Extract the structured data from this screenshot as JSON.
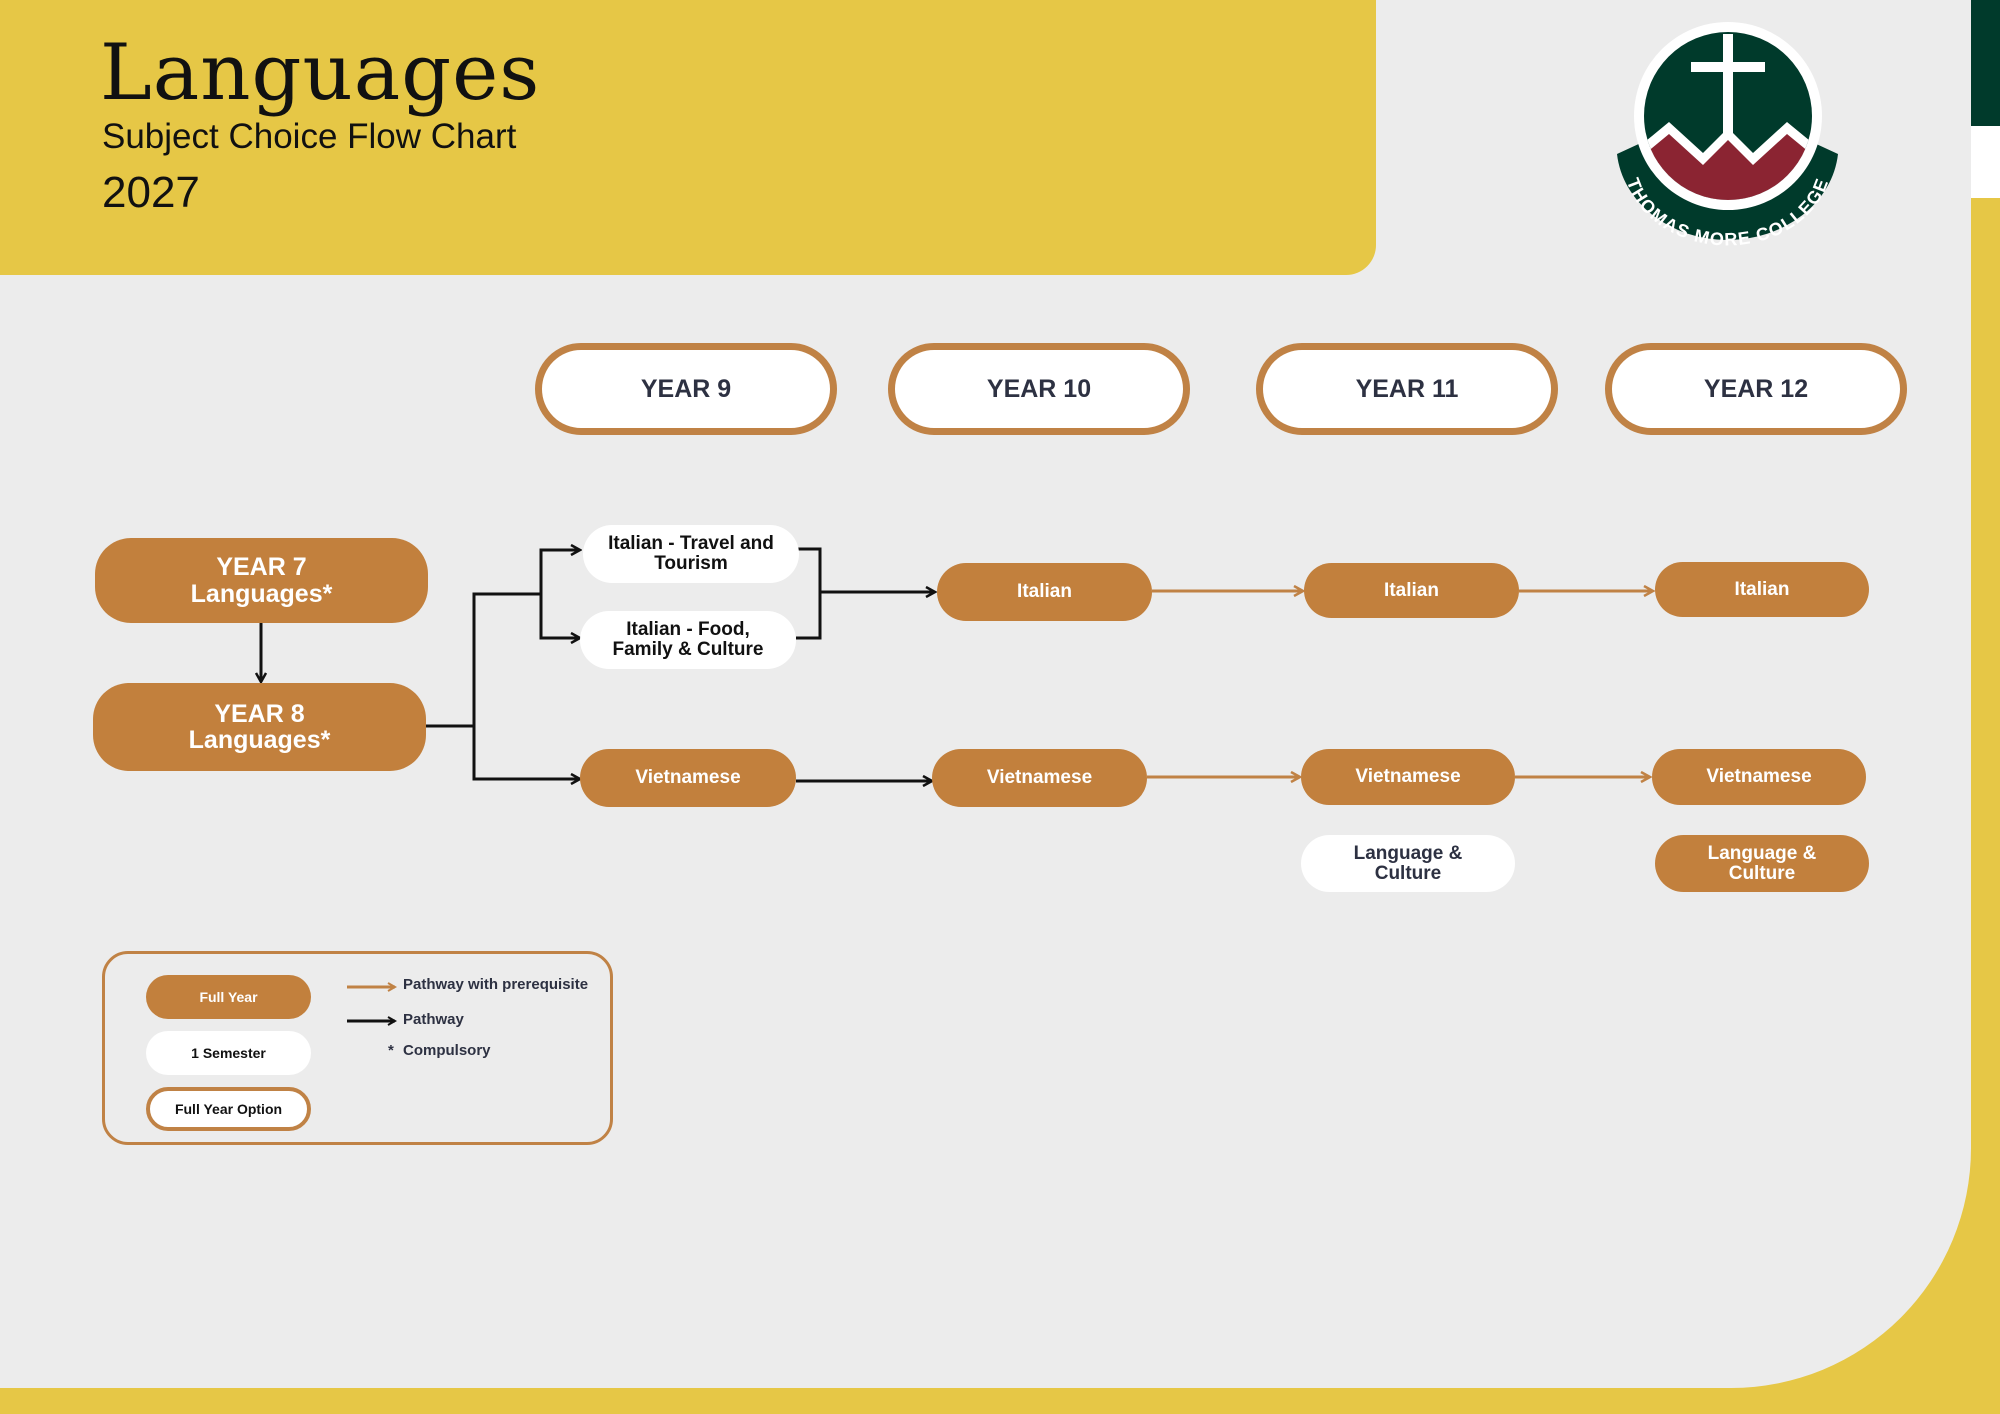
{
  "header": {
    "title": "Languages",
    "subtitle": "Subject Choice Flow Chart",
    "year": "2027"
  },
  "logo": {
    "name": "THOMAS MORE COLLEGE",
    "colors": {
      "green": "#003a2b",
      "maroon": "#8b2432",
      "white": "#ffffff"
    }
  },
  "columns": [
    "YEAR 9",
    "YEAR 10",
    "YEAR 11",
    "YEAR 12"
  ],
  "nodes": {
    "year7": "YEAR 7\nLanguages*",
    "year8": "YEAR 8\nLanguages*",
    "y9_italian_travel": "Italian - Travel and\nTourism",
    "y9_italian_food": "Italian - Food,\nFamily & Culture",
    "y9_vietnamese": "Vietnamese",
    "y10_italian": "Italian",
    "y10_vietnamese": "Vietnamese",
    "y11_italian": "Italian",
    "y11_vietnamese": "Vietnamese",
    "y11_language_culture": "Language &\nCulture",
    "y12_italian": "Italian",
    "y12_vietnamese": "Vietnamese",
    "y12_language_culture": "Language &\nCulture"
  },
  "legend": {
    "full_year": "Full Year",
    "semester": "1 Semester",
    "full_year_option": "Full Year Option",
    "pathway_prereq": "Pathway with prerequisite",
    "pathway": "Pathway",
    "compulsory_mark": "*",
    "compulsory": "Compulsory"
  },
  "colors": {
    "gold": "#e6c746",
    "full_year_fill": "#c2803d",
    "option_border": "#c08245",
    "prereq_arrow": "#c08245",
    "pathway_arrow": "#111111",
    "background": "#ececec"
  }
}
